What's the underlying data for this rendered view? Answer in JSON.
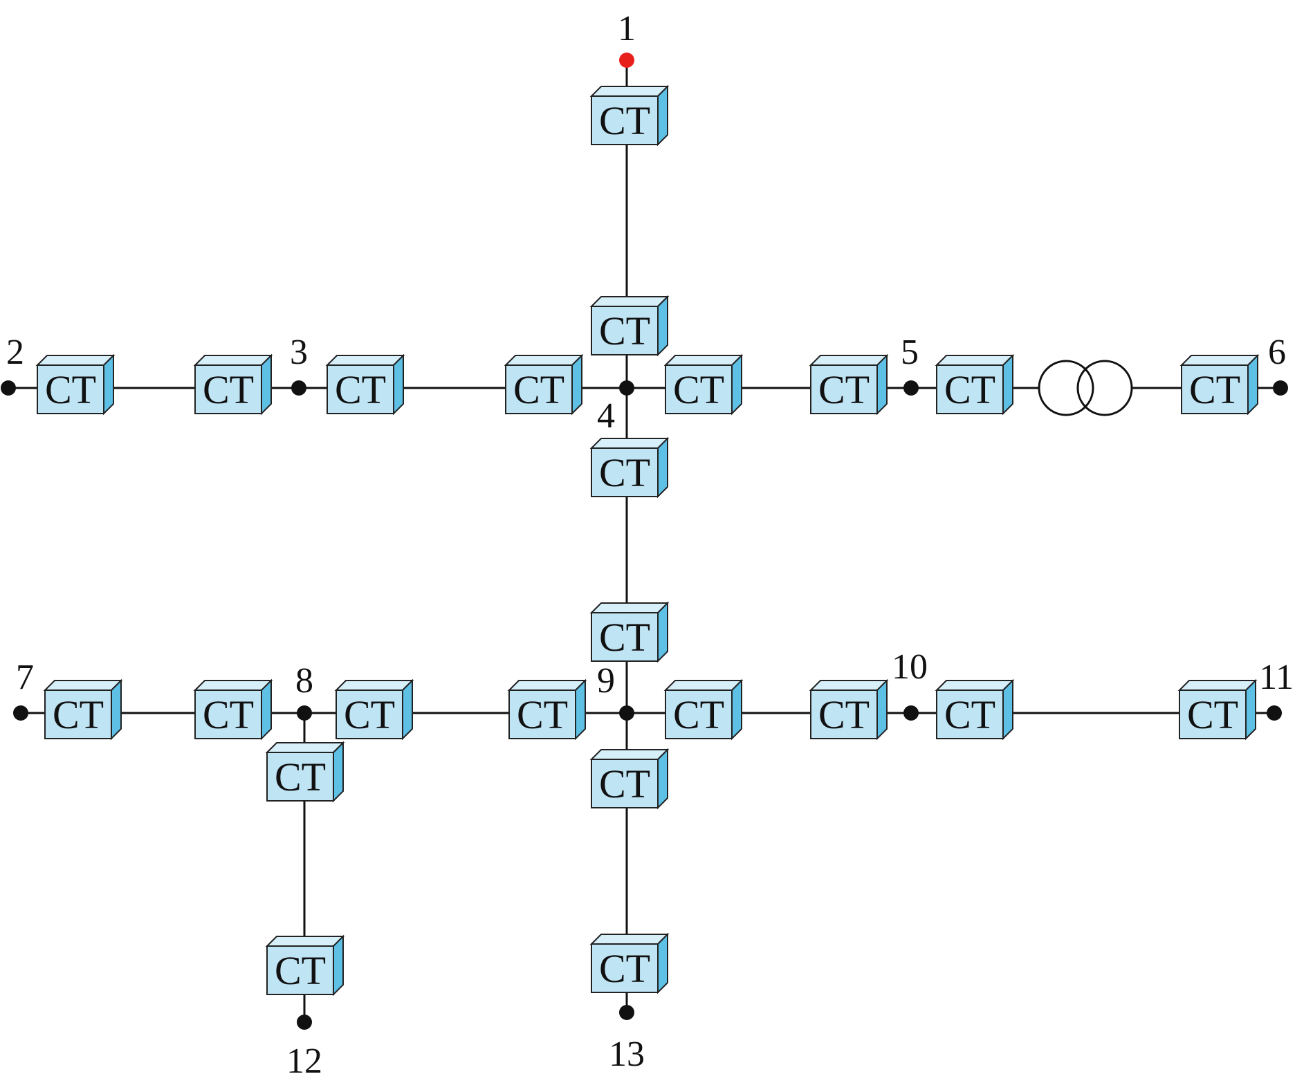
{
  "diagram": {
    "ct_label": "CT",
    "colors": {
      "line": "#111111",
      "node": "#111111",
      "source_node": "#e8201c",
      "ct_front": "#bfe4f4",
      "ct_top": "#d6eff9",
      "ct_side": "#5fc0e6"
    },
    "nodes": [
      {
        "id": "1",
        "label": "1",
        "type": "source"
      },
      {
        "id": "2",
        "label": "2",
        "type": "bus"
      },
      {
        "id": "3",
        "label": "3",
        "type": "bus"
      },
      {
        "id": "4",
        "label": "4",
        "type": "bus"
      },
      {
        "id": "5",
        "label": "5",
        "type": "bus"
      },
      {
        "id": "6",
        "label": "6",
        "type": "bus"
      },
      {
        "id": "7",
        "label": "7",
        "type": "bus"
      },
      {
        "id": "8",
        "label": "8",
        "type": "bus"
      },
      {
        "id": "9",
        "label": "9",
        "type": "bus"
      },
      {
        "id": "10",
        "label": "10",
        "type": "bus"
      },
      {
        "id": "11",
        "label": "11",
        "type": "bus"
      },
      {
        "id": "12",
        "label": "12",
        "type": "bus"
      },
      {
        "id": "13",
        "label": "13",
        "type": "bus"
      }
    ],
    "branches": [
      {
        "from": "1",
        "to": "4",
        "ct_count": 2,
        "transformer": false
      },
      {
        "from": "2",
        "to": "3",
        "ct_count": 2,
        "transformer": false
      },
      {
        "from": "3",
        "to": "4",
        "ct_count": 2,
        "transformer": false
      },
      {
        "from": "4",
        "to": "5",
        "ct_count": 2,
        "transformer": false
      },
      {
        "from": "5",
        "to": "6",
        "ct_count": 2,
        "transformer": true
      },
      {
        "from": "4",
        "to": "9",
        "ct_count": 2,
        "transformer": false
      },
      {
        "from": "7",
        "to": "8",
        "ct_count": 2,
        "transformer": false
      },
      {
        "from": "8",
        "to": "9",
        "ct_count": 2,
        "transformer": false
      },
      {
        "from": "9",
        "to": "10",
        "ct_count": 2,
        "transformer": false
      },
      {
        "from": "10",
        "to": "11",
        "ct_count": 2,
        "transformer": false
      },
      {
        "from": "8",
        "to": "12",
        "ct_count": 2,
        "transformer": false
      },
      {
        "from": "9",
        "to": "13",
        "ct_count": 2,
        "transformer": false
      }
    ]
  }
}
